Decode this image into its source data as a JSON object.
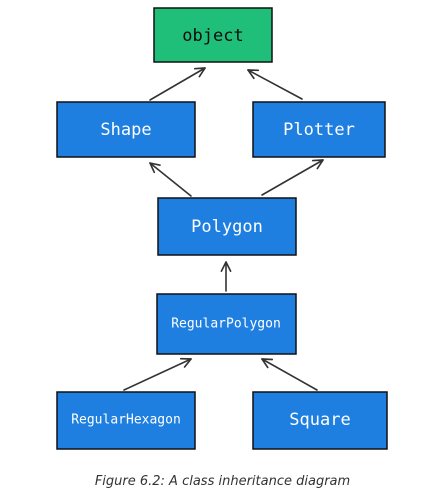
{
  "diagram": {
    "nodes": [
      {
        "id": "object",
        "label": "object"
      },
      {
        "id": "shape",
        "label": "Shape"
      },
      {
        "id": "plotter",
        "label": "Plotter"
      },
      {
        "id": "polygon",
        "label": "Polygon"
      },
      {
        "id": "regular_polygon",
        "label": "RegularPolygon"
      },
      {
        "id": "regular_hexagon",
        "label": "RegularHexagon"
      },
      {
        "id": "square",
        "label": "Square"
      }
    ],
    "edges": [
      {
        "from": "shape",
        "to": "object"
      },
      {
        "from": "plotter",
        "to": "object"
      },
      {
        "from": "polygon",
        "to": "shape"
      },
      {
        "from": "polygon",
        "to": "plotter"
      },
      {
        "from": "regular_polygon",
        "to": "polygon"
      },
      {
        "from": "regular_hexagon",
        "to": "regular_polygon"
      },
      {
        "from": "square",
        "to": "regular_polygon"
      }
    ],
    "colors": {
      "root_fill": "#1fbf7a",
      "class_fill": "#1e7fe0",
      "border": "#111111",
      "arrow": "#333333"
    }
  },
  "caption": "Figure 6.2: A class inheritance diagram"
}
